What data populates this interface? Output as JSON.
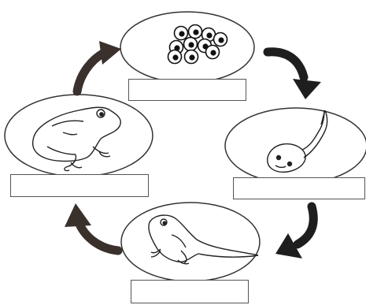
{
  "diagram": {
    "stages": [
      {
        "key": "eggs",
        "icon": "frog-eggs-icon",
        "label": ""
      },
      {
        "key": "tadpole",
        "icon": "tadpole-icon",
        "label": ""
      },
      {
        "key": "froglet",
        "icon": "froglet-icon",
        "label": ""
      },
      {
        "key": "adult",
        "icon": "adult-frog-icon",
        "label": ""
      }
    ],
    "arrow_colors": [
      "#1e1e1e",
      "#1e1e1e",
      "#3a302c",
      "#3a302c"
    ]
  }
}
